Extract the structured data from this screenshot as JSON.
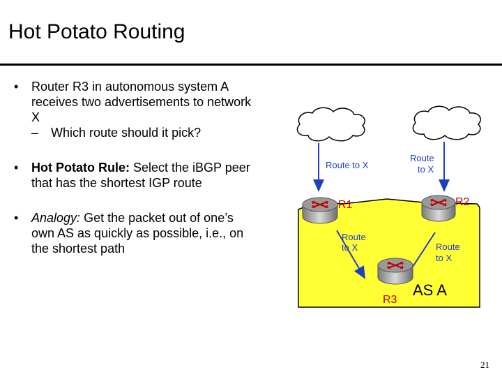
{
  "slide": {
    "title": "Hot Potato Routing",
    "page_number": "21"
  },
  "bullets": [
    {
      "text": "Router R3 in autonomous system A receives two advertisements to network X",
      "sub": "Which route should it pick?"
    },
    {
      "bold": "Hot Potato Rule:",
      "text": " Select the iBGP peer that has the shortest IGP route"
    },
    {
      "italic": "Analogy:",
      "text": " Get the packet out of one’s own AS as quickly as possible, i.e., on the shortest path"
    }
  ],
  "diagram": {
    "as_label": "AS A",
    "routers": {
      "r1": "R1",
      "r2": "R2",
      "r3": "R3"
    },
    "labels": {
      "r1_adv": "Route to  X",
      "r2_adv_line1": "Route",
      "r2_adv_line2": "to X",
      "r1_to_r3_line1": "Route",
      "r1_to_r3_line2": "to X",
      "r2_to_r3_line1": "Route",
      "r2_to_r3_line2": "to X"
    },
    "colors": {
      "as_fill": "#ffff33",
      "router_label": "#c00000",
      "arrow": "#1f3fbf",
      "label_text": "#1f3fbf"
    }
  }
}
